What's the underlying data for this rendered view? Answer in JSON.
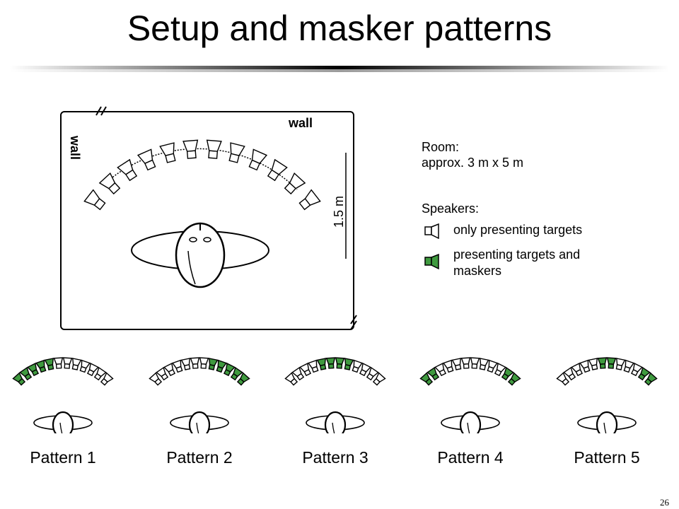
{
  "slide": {
    "title": "Setup and masker patterns",
    "number": "26"
  },
  "room_diagram": {
    "wall_top": "wall",
    "wall_left": "wall",
    "distance": "1.5 m"
  },
  "legend": {
    "room_label": "Room:",
    "room_size": "approx. 3 m x 5 m",
    "speakers_heading": "Speakers:",
    "only_targets": "only presenting targets",
    "targets_and_maskers_line1": "presenting targets and",
    "targets_and_maskers_line2": "maskers"
  },
  "colors": {
    "masker_green": "#3f9a3f",
    "speaker_white": "#ffffff",
    "line": "#000000"
  },
  "patterns": [
    {
      "label": "Pattern 1",
      "masker_speakers": [
        1,
        2,
        3,
        4,
        5
      ]
    },
    {
      "label": "Pattern 2",
      "masker_speakers": [
        8,
        9,
        10,
        11,
        12
      ]
    },
    {
      "label": "Pattern 3",
      "masker_speakers": [
        5,
        6,
        7,
        8
      ]
    },
    {
      "label": "Pattern 4",
      "masker_speakers": [
        1,
        2,
        11,
        12
      ]
    },
    {
      "label": "Pattern 5",
      "masker_speakers": [
        6,
        7,
        11,
        12
      ]
    }
  ]
}
